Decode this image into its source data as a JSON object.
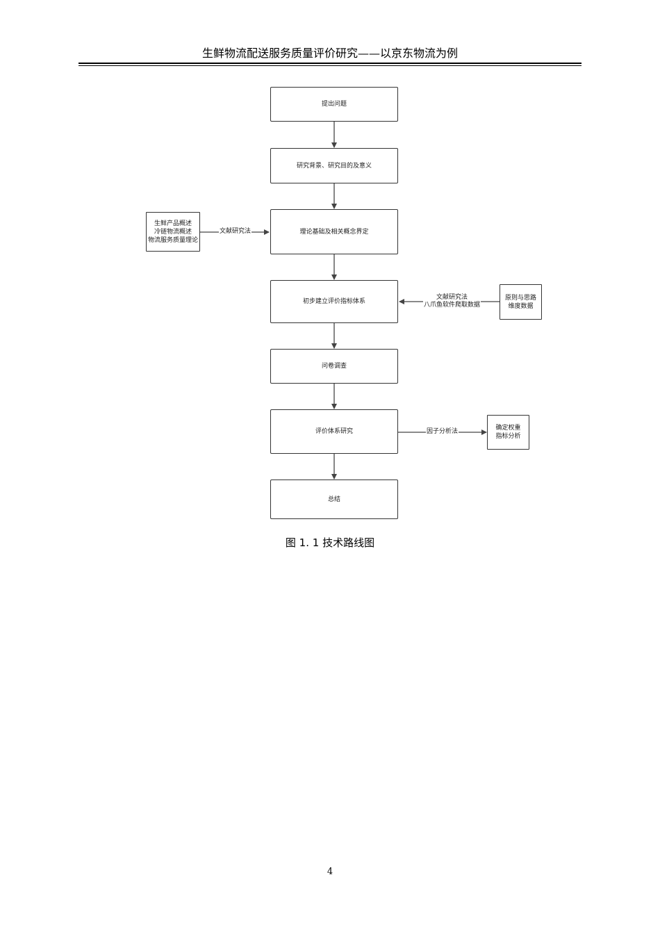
{
  "header": {
    "title": "生鲜物流配送服务质量评价研究——以京东物流为例"
  },
  "flow": {
    "n1": "提出问题",
    "n2": "研究背景、研究目的及意义",
    "n3": "理论基础及相关概念界定",
    "n4": "初步建立评价指标体系",
    "n5": "问卷调查",
    "n6": "评价体系研究",
    "n7": "总结"
  },
  "side": {
    "left_lines": [
      "生鲜产品概述",
      "冷链物流概述",
      "物流服务质量理论"
    ],
    "right4_lines": [
      "原则与思路",
      "维度数据"
    ],
    "right6_lines": [
      "确定权重",
      "指标分析"
    ]
  },
  "edges": {
    "left_label": "文献研究法",
    "right4_lines": [
      "文献研究法",
      "八爪鱼软件爬取数据"
    ],
    "right6_label": "因子分析法"
  },
  "caption": "图 1. 1  技术路线图",
  "page_number": "4"
}
